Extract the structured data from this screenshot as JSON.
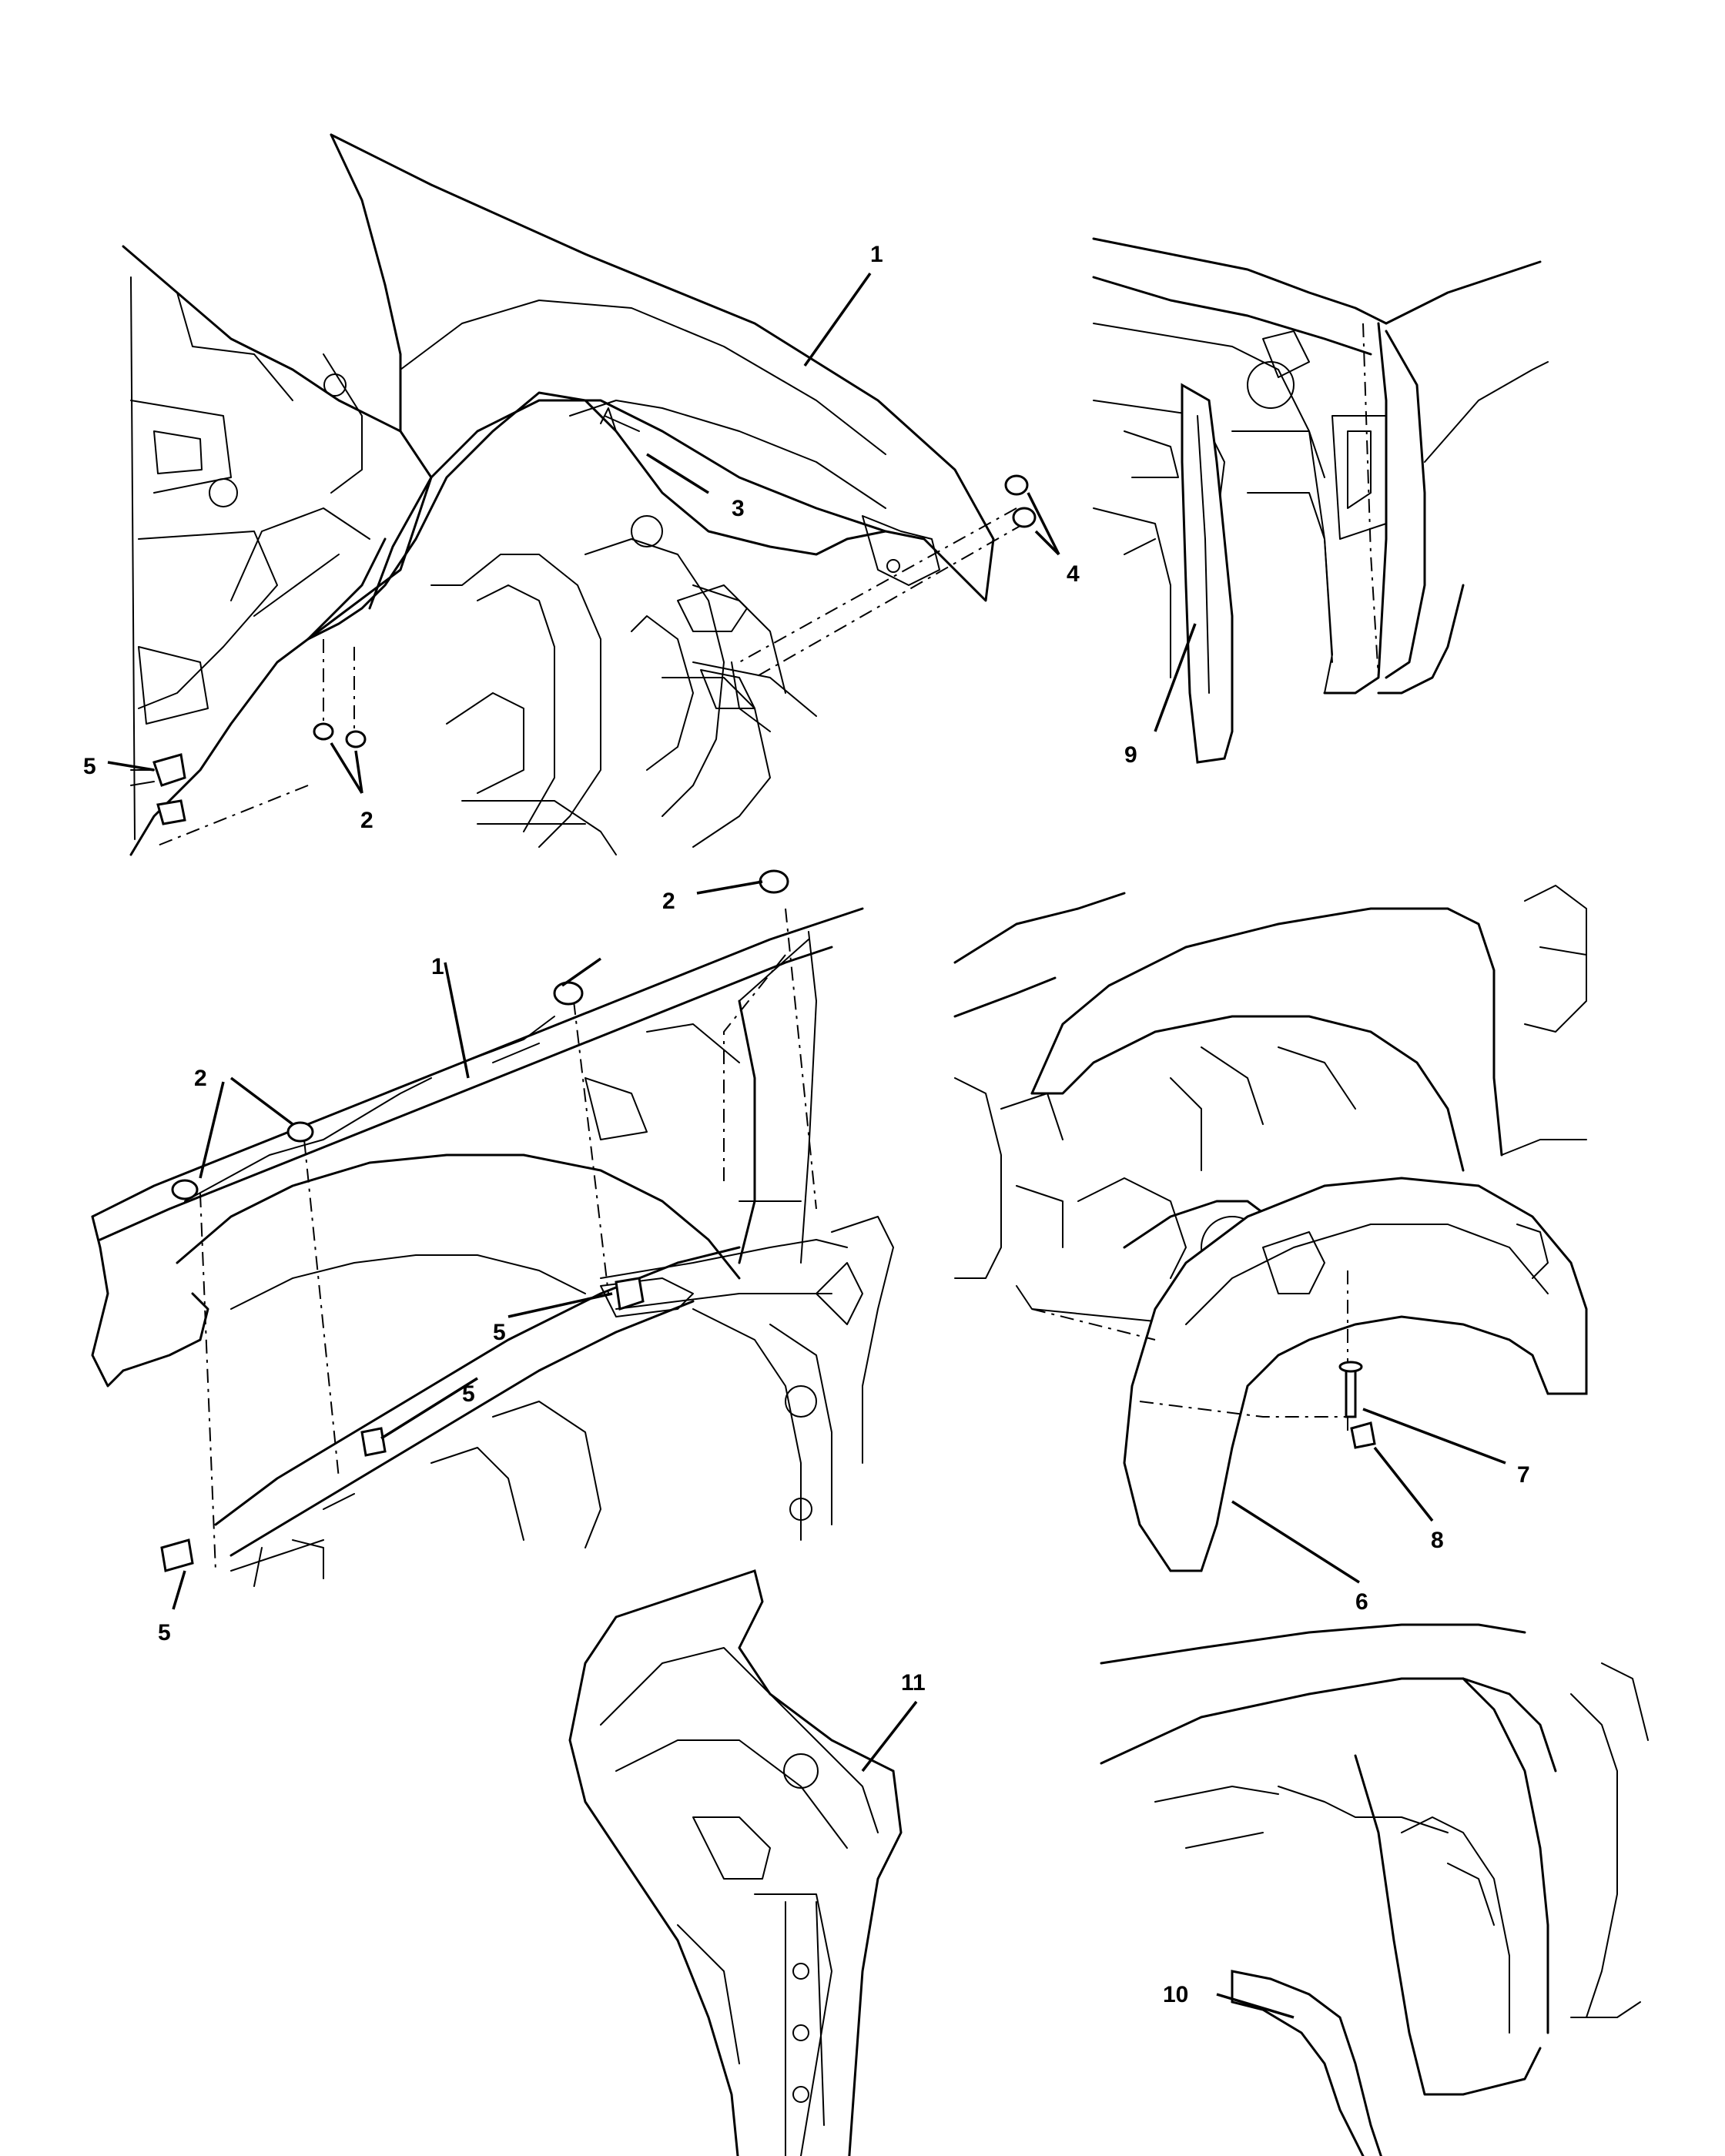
{
  "callouts": {
    "c1_top": "1",
    "c3": "3",
    "c4": "4",
    "c5_top": "5",
    "c2_top": "2",
    "c9": "9",
    "c2_mid_right": "2",
    "c1_mid": "1",
    "c2_mid_left": "2",
    "c5_mid_upper": "5",
    "c5_mid_lower": "5",
    "c5_bottom": "5",
    "c7": "7",
    "c8": "8",
    "c6": "6",
    "c11": "11",
    "c10": "10"
  }
}
